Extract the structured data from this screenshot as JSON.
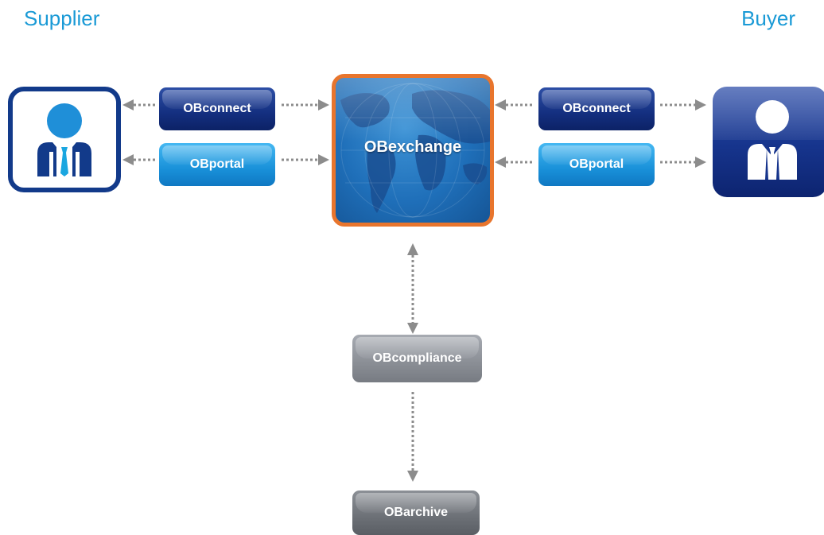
{
  "header": {
    "supplier_title": "Supplier",
    "buyer_title": "Buyer"
  },
  "supplier": {
    "icon": "person-icon",
    "connect_label": "OBconnect",
    "portal_label": "OBportal"
  },
  "buyer": {
    "icon": "person-icon",
    "connect_label": "OBconnect",
    "portal_label": "OBportal"
  },
  "hub": {
    "label": "OBexchange",
    "icon": "world-map-icon"
  },
  "compliance": {
    "label": "OBcompliance"
  },
  "archive": {
    "label": "OBarchive"
  },
  "colors": {
    "title_blue": "#1a9ad6",
    "dark_blue": "#142f80",
    "light_blue": "#1991d9",
    "hub_border": "#e8752d",
    "connector_gray": "#8c8c8c"
  }
}
